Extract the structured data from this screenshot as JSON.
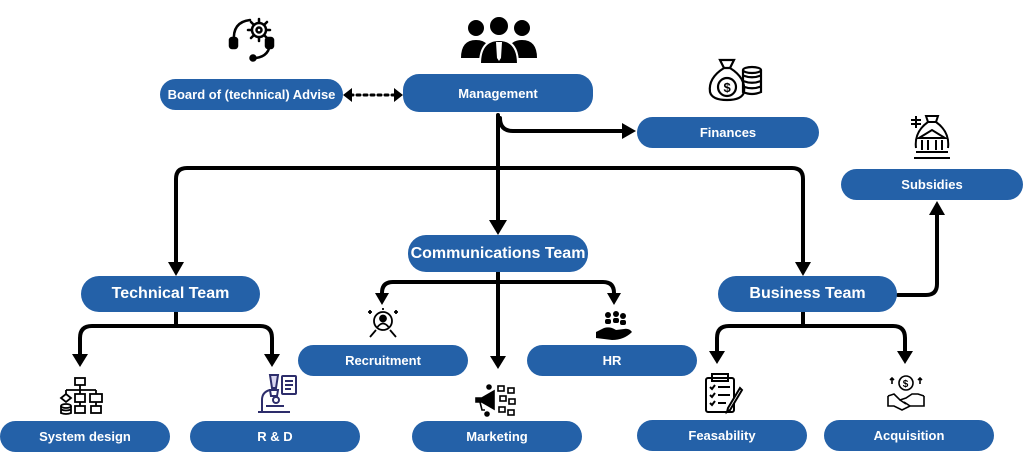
{
  "nodes": {
    "management": "Management",
    "board": "Board of (technical) Advise",
    "finances": "Finances",
    "subsidies": "Subsidies",
    "communications": "Communications Team",
    "technical": "Technical Team",
    "business": "Business Team",
    "recruitment": "Recruitment",
    "hr": "HR",
    "marketing": "Marketing",
    "system_design": "System design",
    "rnd": "R & D",
    "feasability": "Feasability",
    "acquisition": "Acquisition"
  },
  "colors": {
    "node_fill": "#2461a8",
    "node_text": "#ffffff",
    "connector": "#000000",
    "background": "#ffffff"
  },
  "icons": [
    "people-group-icon",
    "headset-gear-icon",
    "money-bag-icon",
    "bank-icon",
    "recruitment-search-icon",
    "hr-hand-people-icon",
    "marketing-megaphone-icon",
    "flowchart-icon",
    "microscope-icon",
    "checklist-icon",
    "handshake-dollar-icon"
  ]
}
